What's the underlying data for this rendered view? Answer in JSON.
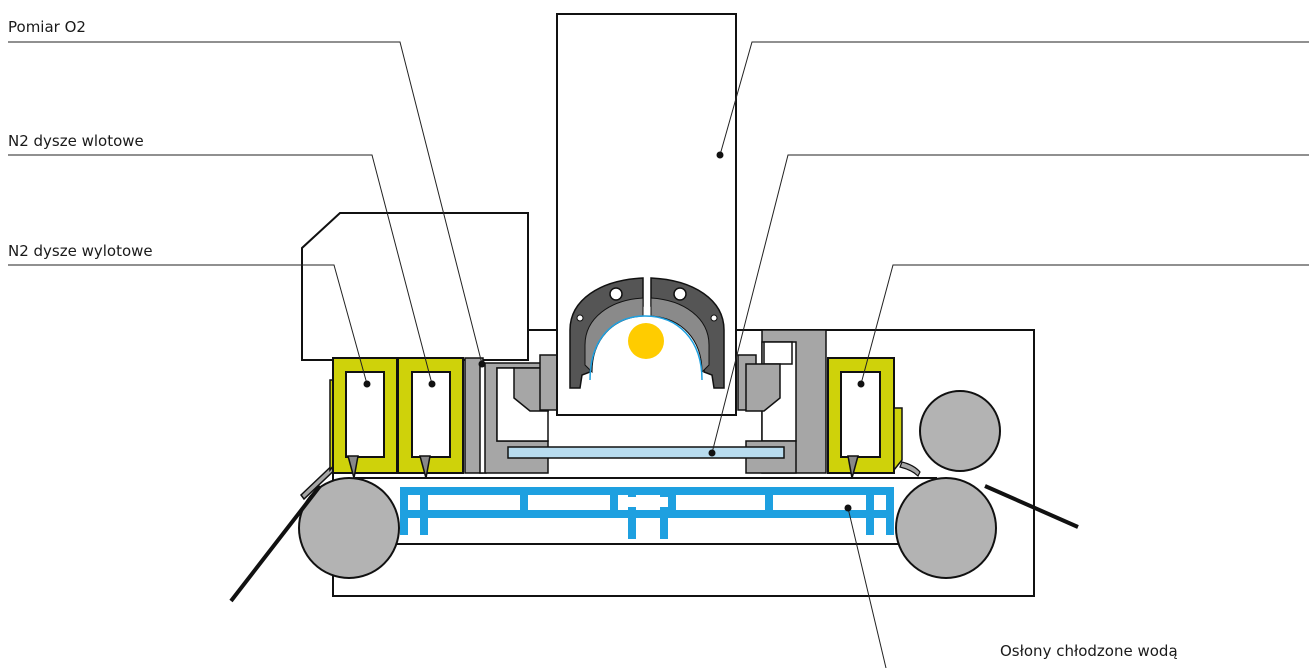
{
  "labels": {
    "o2_measurement": "Pomiar O2",
    "n2_inlet_nozzles": "N2 dysze wlotowe",
    "n2_outlet_nozzles": "N2 dysze wylotowe",
    "water_cooled_shields": "Osłony chłodzone wodą"
  },
  "colors": {
    "nozzle_yellow": "#cfd20a",
    "cooling_blue": "#1ea0e0",
    "glass_light_blue": "#b8dcef",
    "laser_spot": "#ffcc00",
    "roller_gray": "#b3b3b3",
    "body_gray": "#a6a6a6",
    "reflector_dark": "#555555"
  }
}
